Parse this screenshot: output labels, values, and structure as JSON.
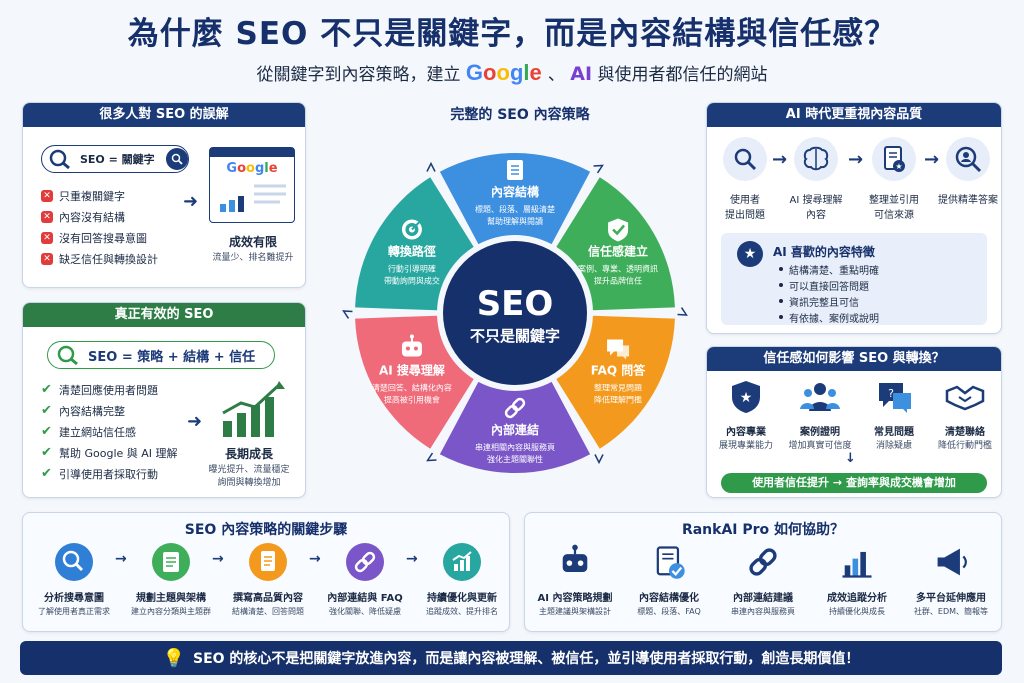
{
  "title": "為什麼 SEO 不只是關鍵字，而是內容結構與信任感？",
  "subtitle": {
    "pre": "從關鍵字到內容策略，建立",
    "google": "Google",
    "sep": "、",
    "ai": "AI",
    "post": "與使用者都信任的網站"
  },
  "misconception": {
    "header": "很多人對 SEO 的誤解",
    "search_text": "SEO = 關鍵字",
    "google_logo": "Google",
    "items": [
      "只重複關鍵字",
      "內容沒有結構",
      "沒有回答搜尋意圖",
      "缺乏信任與轉換設計"
    ],
    "result_title": "成效有限",
    "result_sub": "流量少、排名難提升"
  },
  "effective": {
    "header": "真正有效的 SEO",
    "formula": "SEO = 策略 + 結構 + 信任",
    "items": [
      "清楚回應使用者問題",
      "內容結構完整",
      "建立網站信任感",
      "幫助 Google 與 AI 理解",
      "引導使用者採取行動"
    ],
    "result_title": "長期成長",
    "result_sub1": "曝光提升、流量穩定",
    "result_sub2": "詢問與轉換增加"
  },
  "strategy": {
    "header": "完整的 SEO 內容策略",
    "center_big": "SEO",
    "center_small": "不只是關鍵字",
    "segments": [
      {
        "title": "內容結構",
        "line1": "標題、段落、層級清楚",
        "line2": "幫助理解與閱讀",
        "color": "#3d8fe0",
        "icon": "document-icon"
      },
      {
        "title": "信任感建立",
        "line1": "案例、專業、透明資訊",
        "line2": "提升品牌信任",
        "color": "#3fae5a",
        "icon": "shield-check-icon"
      },
      {
        "title": "FAQ 問答",
        "line1": "整理常見問題",
        "line2": "降低理解門檻",
        "color": "#f39a1e",
        "icon": "chat-icon"
      },
      {
        "title": "內部連結",
        "line1": "串連相關內容與服務頁",
        "line2": "強化主題關聯性",
        "color": "#7a56c8",
        "icon": "link-icon"
      },
      {
        "title": "AI 搜尋理解",
        "line1": "清楚回答、結構化內容",
        "line2": "提高被引用機會",
        "color": "#ef6b7a",
        "icon": "robot-icon"
      },
      {
        "title": "轉換路徑",
        "line1": "行動引導明確",
        "line2": "帶動詢問與成交",
        "color": "#27a7a0",
        "icon": "target-icon"
      }
    ]
  },
  "ai_era": {
    "header": "AI 時代更重視內容品質",
    "steps": [
      {
        "label1": "使用者",
        "label2": "提出問題",
        "icon": "search-icon"
      },
      {
        "label1": "AI 搜尋理解",
        "label2": "內容",
        "icon": "brain-icon"
      },
      {
        "label1": "整理並引用",
        "label2": "可信來源",
        "icon": "document-star-icon"
      },
      {
        "label1": "提供精準答案",
        "label2": "",
        "icon": "user-search-icon"
      }
    ],
    "favorite_title": "AI 喜歡的內容特徵",
    "favorites": [
      "結構清楚、重點明確",
      "可以直接回答問題",
      "資訊完整且可信",
      "有依據、案例或說明"
    ]
  },
  "trust": {
    "header": "信任感如何影響 SEO 與轉換？",
    "items": [
      {
        "title": "內容專業",
        "sub": "展現專業能力",
        "icon": "shield-star-icon"
      },
      {
        "title": "案例證明",
        "sub": "增加真實可信度",
        "icon": "people-icon"
      },
      {
        "title": "常見問題",
        "sub": "消除疑慮",
        "icon": "faq-bubble-icon"
      },
      {
        "title": "清楚聯絡",
        "sub": "降低行動門檻",
        "icon": "handshake-icon"
      }
    ],
    "result": "使用者信任提升 → 查詢率與成交機會增加"
  },
  "steps": {
    "header": "SEO 內容策略的關鍵步驟",
    "items": [
      {
        "title": "分析搜尋意圖",
        "sub": "了解使用者真正需求",
        "icon": "search-icon",
        "color": "#2f7fd6"
      },
      {
        "title": "規劃主題與架構",
        "sub": "建立內容分類與主題群",
        "icon": "clipboard-icon",
        "color": "#3fae5a"
      },
      {
        "title": "撰寫高品質內容",
        "sub": "結構清楚、回答問題",
        "icon": "document-icon",
        "color": "#f39a1e"
      },
      {
        "title": "內部連結與 FAQ",
        "sub": "強化關聯、降低疑慮",
        "icon": "link-icon",
        "color": "#7a56c8"
      },
      {
        "title": "持續優化與更新",
        "sub": "追蹤成效、提升排名",
        "icon": "chart-icon",
        "color": "#27a7a0"
      }
    ]
  },
  "rankai": {
    "header": "RankAI Pro 如何協助？",
    "items": [
      {
        "title": "AI 內容策略規劃",
        "sub": "主題建議與架構設計",
        "icon": "robot-icon"
      },
      {
        "title": "內容結構優化",
        "sub": "標題、段落、FAQ",
        "icon": "document-check-icon"
      },
      {
        "title": "內部連結建議",
        "sub": "串連內容與服務頁",
        "icon": "link-icon"
      },
      {
        "title": "成效追蹤分析",
        "sub": "持續優化與成長",
        "icon": "bar-chart-icon"
      },
      {
        "title": "多平台延伸應用",
        "sub": "社群、EDM、簡報等",
        "icon": "megaphone-icon"
      }
    ]
  },
  "footer": "SEO 的核心不是把關鍵字放進內容，而是讓內容被理解、被信任，並引導使用者採取行動，創造長期價值！"
}
